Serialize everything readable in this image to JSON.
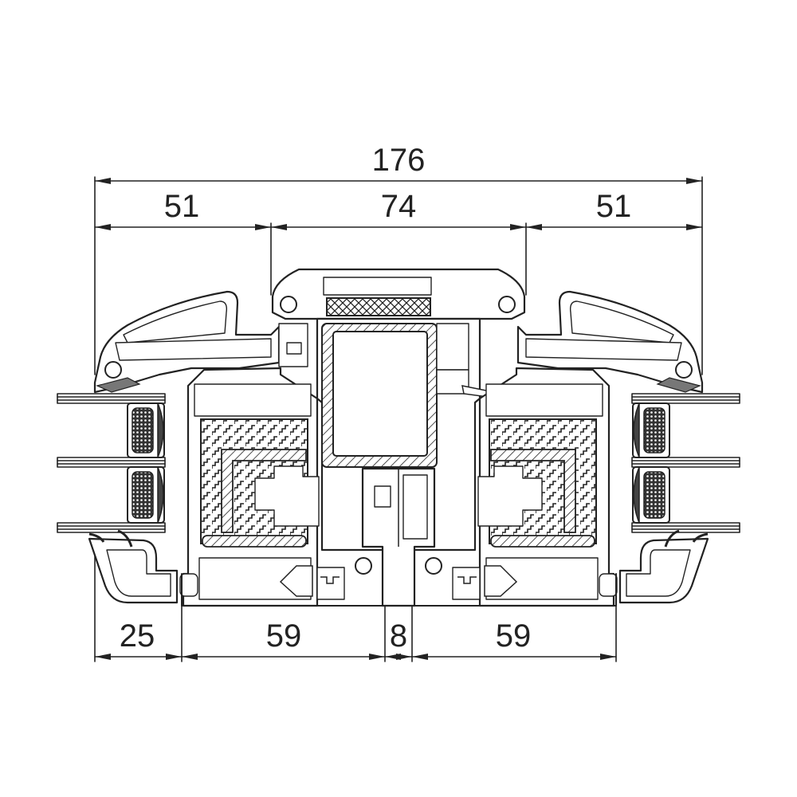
{
  "dimensions": {
    "overall": "176",
    "left_top": "51",
    "center_top": "74",
    "right_top": "51",
    "bottom_left": "25",
    "bottom_sash_left": "59",
    "bottom_gap": "8",
    "bottom_sash_right": "59"
  },
  "colors": {
    "line": "#222222",
    "background": "#ffffff"
  }
}
